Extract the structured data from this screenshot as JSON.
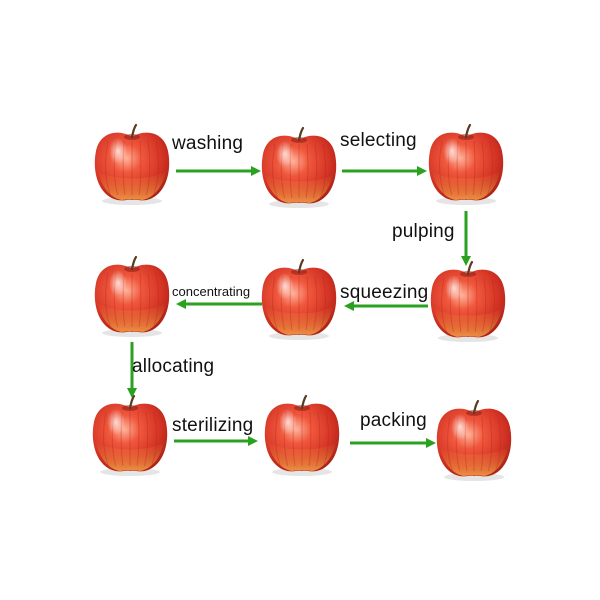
{
  "diagram": {
    "steps": [
      {
        "id": "washing",
        "label": "washing"
      },
      {
        "id": "selecting",
        "label": "selecting"
      },
      {
        "id": "pulping",
        "label": "pulping"
      },
      {
        "id": "squeezing",
        "label": "squeezing"
      },
      {
        "id": "concentrating",
        "label": "concentrating"
      },
      {
        "id": "allocating",
        "label": "allocating"
      },
      {
        "id": "sterilizing",
        "label": "sterilizing"
      },
      {
        "id": "packing",
        "label": "packing"
      }
    ],
    "node_icon": "apple-icon",
    "arrow_icon": "arrow-icon",
    "colors": {
      "arrow": "#2aa11f",
      "apple_light": "#ff9b7a",
      "apple_mid": "#e8452c",
      "apple_dark": "#b3241a",
      "apple_bottom": "#f08a3c",
      "stem": "#5b3a1e"
    }
  }
}
